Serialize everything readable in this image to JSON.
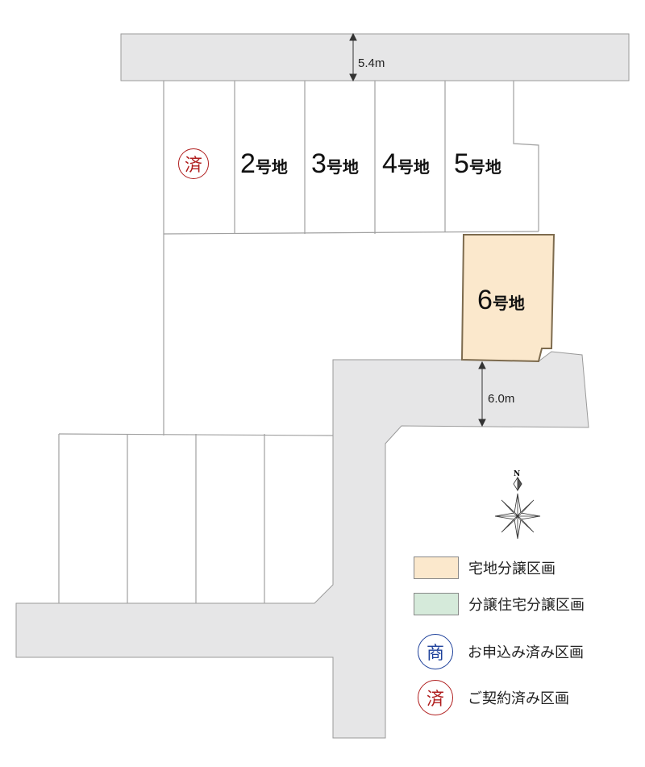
{
  "dimensions": {
    "top_road": "5.4m",
    "main_road": "6.0m"
  },
  "lots": [
    {
      "id": "1",
      "status_badge": "済"
    },
    {
      "id": "2",
      "number": "2",
      "suffix": "号地"
    },
    {
      "id": "3",
      "number": "3",
      "suffix": "号地"
    },
    {
      "id": "4",
      "number": "4",
      "suffix": "号地"
    },
    {
      "id": "5",
      "number": "5",
      "suffix": "号地"
    },
    {
      "id": "6",
      "number": "6",
      "suffix": "号地"
    }
  ],
  "compass": {
    "north_label": "N"
  },
  "legend": [
    {
      "label": "宅地分譲区画",
      "color": "#fbe8cc"
    },
    {
      "label": "分譲住宅分譲区画",
      "color": "#d5eada"
    },
    {
      "label": "お申込み済み区画",
      "badge": "商",
      "color": "#1c3f9a"
    },
    {
      "label": "ご契約済み区画",
      "badge": "済",
      "color": "#b01e1e"
    }
  ],
  "colors": {
    "road": "#e6e6e7",
    "line": "#9a9a9a",
    "lot6_fill": "#fbe8cc",
    "lot6_stroke": "#7d6b4e"
  }
}
